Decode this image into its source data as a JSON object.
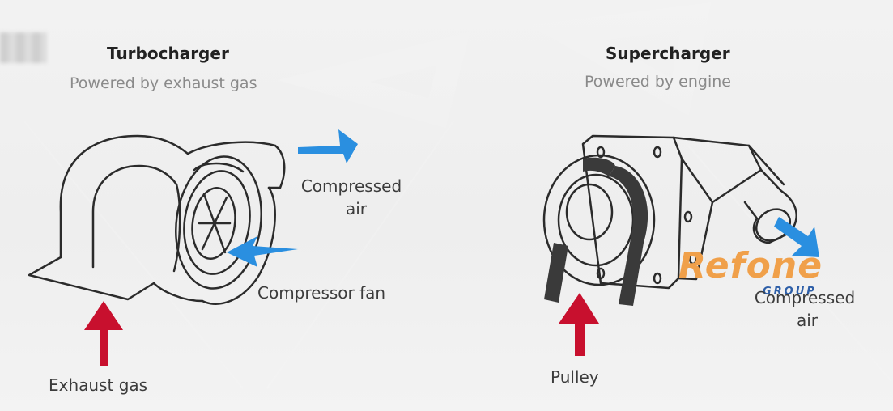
{
  "turbo": {
    "title": "Turbocharger",
    "subtitle": "Powered by exhaust gas",
    "compressed_air_line1": "Compressed",
    "compressed_air_line2": "air",
    "compressor_fan": "Compressor fan",
    "exhaust_gas": "Exhaust gas"
  },
  "super": {
    "title": "Supercharger",
    "subtitle": "Powered by engine",
    "compressed_air_line1": "Compressed",
    "compressed_air_line2": "air",
    "pulley": "Pulley"
  },
  "watermark": {
    "brand": "Refone",
    "brand_sub": "GROUP"
  },
  "colors": {
    "air_arrow": "#2a8fe0",
    "exhaust_arrow": "#c8102e",
    "outline": "#2b2b2b",
    "belt": "#3a3a3a",
    "brand": "#f0a04a"
  }
}
